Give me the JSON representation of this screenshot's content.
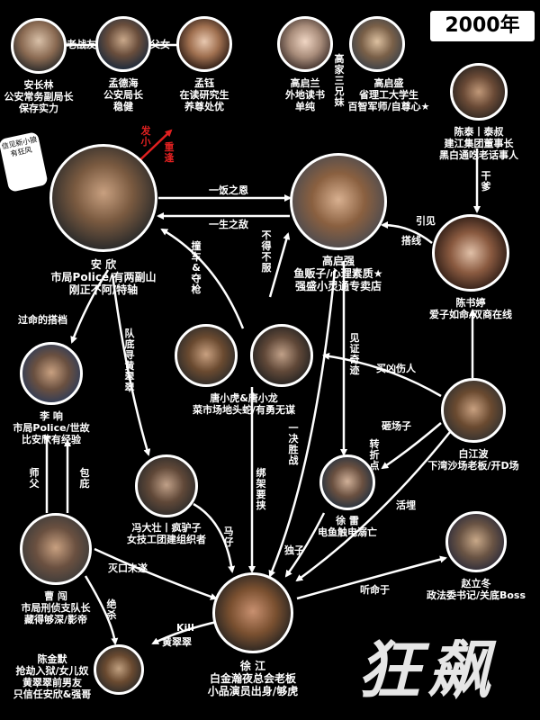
{
  "year_badge": "2000年",
  "title": "狂飙",
  "sticker": "信见新小狼有狂风",
  "people": {
    "an_changlin": {
      "name": "安长林",
      "lines": [
        "公安常务副局长",
        "保存实力"
      ]
    },
    "meng_dehai": {
      "name": "孟德海",
      "lines": [
        "公安局长",
        "稳健"
      ]
    },
    "meng_yu": {
      "name": "孟钰",
      "lines": [
        "在读研究生",
        "养尊处优"
      ]
    },
    "gao_qilan": {
      "name": "高启兰",
      "lines": [
        "外地读书",
        "单纯"
      ]
    },
    "gao_qisheng": {
      "name": "高启盛",
      "lines": [
        "省理工大学生",
        "百智军师/自尊心★"
      ]
    },
    "chen_tai": {
      "name": "陈泰丨泰叔",
      "lines": [
        "建江集团董事长",
        "黑白通吃老话事人"
      ]
    },
    "an_xin": {
      "name": "安 欣",
      "lines": [
        "市局Police/有两副山",
        "刚正不阿/特轴"
      ]
    },
    "gao_qiqiang": {
      "name": "高启强",
      "lines": [
        "鱼贩子/心理素质★",
        "强盛小灵通专卖店"
      ]
    },
    "chen_shuting": {
      "name": "陈书婷",
      "lines": [
        "爱子如命/双商在线"
      ]
    },
    "tang_brothers": {
      "name": "唐小虎&唐小龙",
      "lines": [
        "菜市场地头蛇/有勇无谋"
      ]
    },
    "li_xiang": {
      "name": "李 响",
      "lines": [
        "市局Police/世故",
        "比安欣有经验"
      ]
    },
    "bai_jiangbo": {
      "name": "白江波",
      "lines": [
        "下湾沙场老板/开D场"
      ]
    },
    "feng_dazhuang": {
      "name": "冯大壮丨疯驴子",
      "lines": [
        "女技工团建组织者"
      ]
    },
    "xu_lei": {
      "name": "徐 雷",
      "lines": [
        "电鱼触电溺亡"
      ]
    },
    "cao_chuang": {
      "name": "曹 闯",
      "lines": [
        "市局刑侦支队长",
        "藏得够深/影帝"
      ]
    },
    "zhao_lidong": {
      "name": "赵立冬",
      "lines": [
        "政法委书记/关底Boss"
      ]
    },
    "chen_jinmo": {
      "name": "陈金默",
      "lines": [
        "抢劫入狱/女儿奴",
        "黄翠翠前男友",
        "只信任安欣&强哥"
      ]
    },
    "xu_jiang": {
      "name": "徐 江",
      "lines": [
        "白金瀚夜总会老板",
        "小品演员出身/够虎"
      ]
    }
  },
  "relations": {
    "old_comrade": "老战友",
    "father_daughter": "父女",
    "gao_siblings": "高家三兄妹",
    "childhood": "发小",
    "rebound": "重逢",
    "favor": "一饭之恩",
    "enemy": "一生之敌",
    "blame_shift": "撞车&夺枪",
    "unconvinced": "不得不服",
    "godfather": "干爹",
    "introduce": "引见",
    "matchmake": "搭线",
    "partner": "过命的搭档",
    "investigate": "队底寻黄翠翠",
    "witness": "见证奇迹",
    "bribe": "买凶伤人",
    "mentor": "师父",
    "cover": "包庇",
    "turning": "转折点",
    "carrot": "砸场子",
    "duel": "一决胜战",
    "kidnap": "绑架要挟",
    "horse": "马仔",
    "lure": "活埋",
    "son": "独子",
    "obey": "听命于",
    "silence": "灭口未遂",
    "kill": "Kill",
    "huang": "黄翠翠",
    "murder": "绝杀"
  }
}
